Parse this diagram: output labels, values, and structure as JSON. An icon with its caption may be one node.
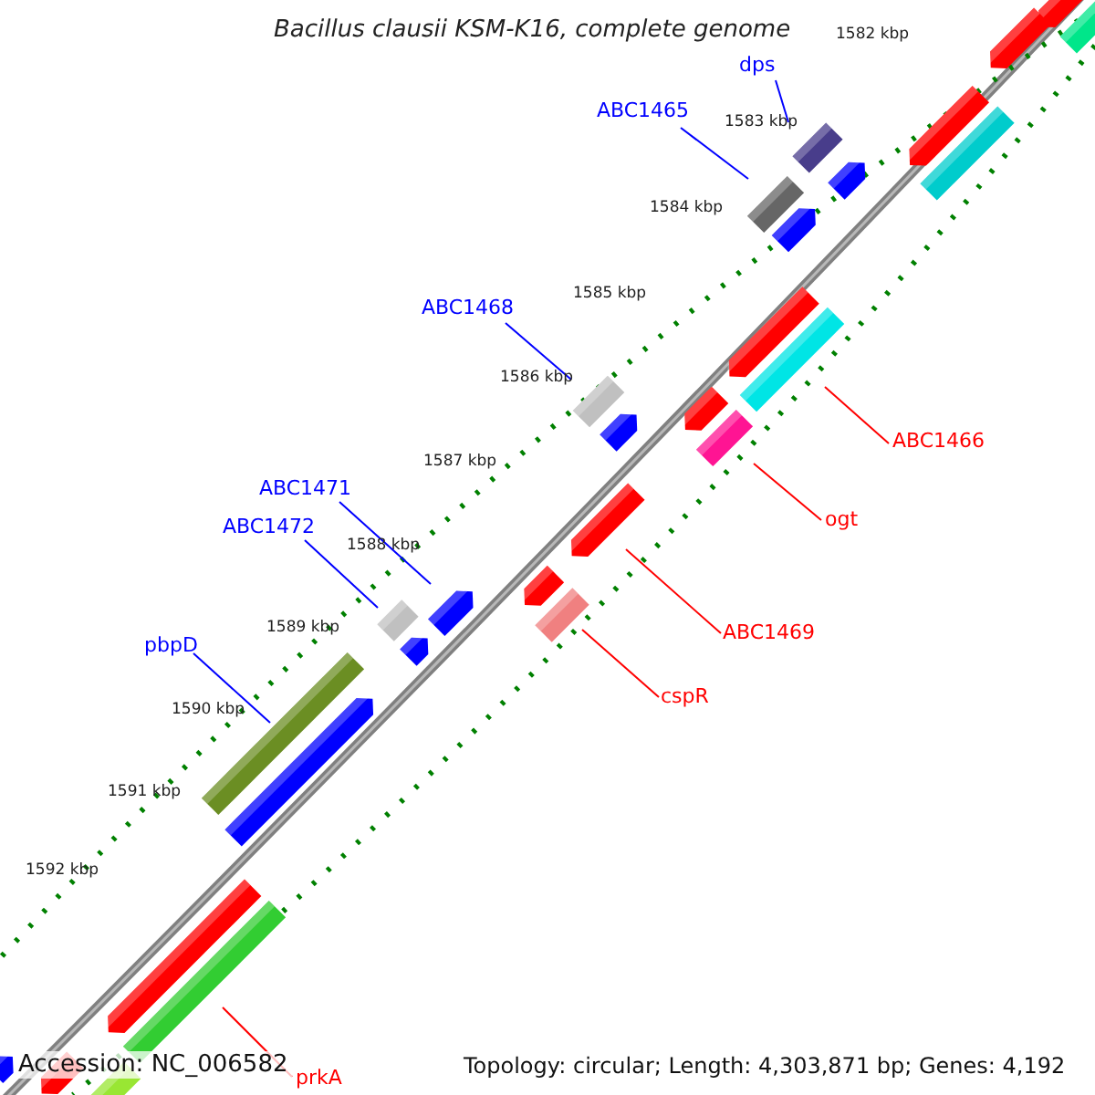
{
  "diagram": {
    "title": "Bacillus clausii KSM-K16, complete genome",
    "nodes": [
      {
        "text": [
          "dps"
        ]
      },
      {
        "text": [],
        "shape": "bar"
      },
      {
        "text": [
          "ABC1465"
        ]
      },
      {
        "text": [],
        "shape": "bar"
      },
      {
        "text": [
          "ABC1468"
        ]
      },
      {
        "text": [],
        "shape": "bar"
      },
      {
        "text": [
          "ABC1466"
        ]
      },
      {
        "text": [],
        "shape": "bar"
      },
      {
        "text": [
          "ABC1471"
        ]
      },
      {
        "text": [],
        "shape": "bar"
      },
      {
        "text": [
          "ogt"
        ]
      },
      {
        "text": [],
        "shape": "bar"
      },
      {
        "text": [
          "ABC1472"
        ]
      },
      {
        "text": [],
        "shape": "bar"
      },
      {
        "text": [
          "ABC1469"
        ]
      },
      {
        "text": [],
        "shape": "bar"
      },
      {
        "text": [
          "pbpD"
        ]
      },
      {
        "text": [],
        "shape": "bar"
      },
      {
        "text": [
          "cspR"
        ]
      },
      {
        "text": [],
        "shape": "bar"
      },
      {
        "text": [
          "prkA"
        ]
      },
      {
        "text": [],
        "shape": "bar"
      },
      {
        "text": [],
        "shape": "bar"
      },
      {
        "text": [],
        "shape": "bar"
      },
      {
        "text": [],
        "shape": "bar"
      },
      {
        "text": [],
        "shape": "bar"
      },
      {
        "text": [],
        "shape": "bar"
      },
      {
        "text": [],
        "shape": "bar"
      },
      {
        "text": [],
        "shape": "bar"
      },
      {
        "text": [],
        "shape": "bar"
      },
      {
        "text": [],
        "shape": "bar"
      },
      {
        "text": [],
        "shape": "bar"
      },
      {
        "text": [],
        "shape": "bar"
      },
      {
        "text": [],
        "shape": "bar"
      },
      {
        "text": [],
        "shape": "bar"
      },
      {
        "text": [],
        "shape": "bar"
      },
      {
        "text": [],
        "shape": "bar"
      },
      {
        "text": [],
        "shape": "bar"
      },
      {
        "text": [],
        "shape": "bar"
      }
    ],
    "edges": [
      {
        "from": 0,
        "to": 1,
        "arrow": "none"
      },
      {
        "from": 2,
        "to": 3,
        "arrow": "none"
      },
      {
        "from": 4,
        "to": 5,
        "arrow": "none"
      },
      {
        "from": 6,
        "to": 7,
        "arrow": "none",
        "color": "#ff0000"
      },
      {
        "from": 8,
        "to": 9,
        "arrow": "none"
      },
      {
        "from": 10,
        "to": 11,
        "arrow": "none",
        "color": "#ff0000"
      },
      {
        "from": 12,
        "to": 13,
        "arrow": "none"
      },
      {
        "from": 14,
        "to": 15,
        "arrow": "none",
        "color": "#ff0000"
      },
      {
        "from": 16,
        "to": 17,
        "arrow": "none"
      },
      {
        "from": 18,
        "to": 19,
        "arrow": "none",
        "color": "#ff0000"
      },
      {
        "from": 20,
        "to": 21,
        "arrow": "none",
        "color": "#ff0000"
      }
    ],
    "labels": [
      "1582 kbp",
      "1583 kbp",
      "1584 kbp",
      "1585 kbp",
      "1586 kbp",
      "1587 kbp",
      "1588 kbp",
      "1589 kbp",
      "1590 kbp",
      "1591 kbp",
      "1592 kbp",
      "Accession: NC_006582",
      "Topology: circular; Length: 4,303,871 bp; Genes: 4,192"
    ]
  }
}
